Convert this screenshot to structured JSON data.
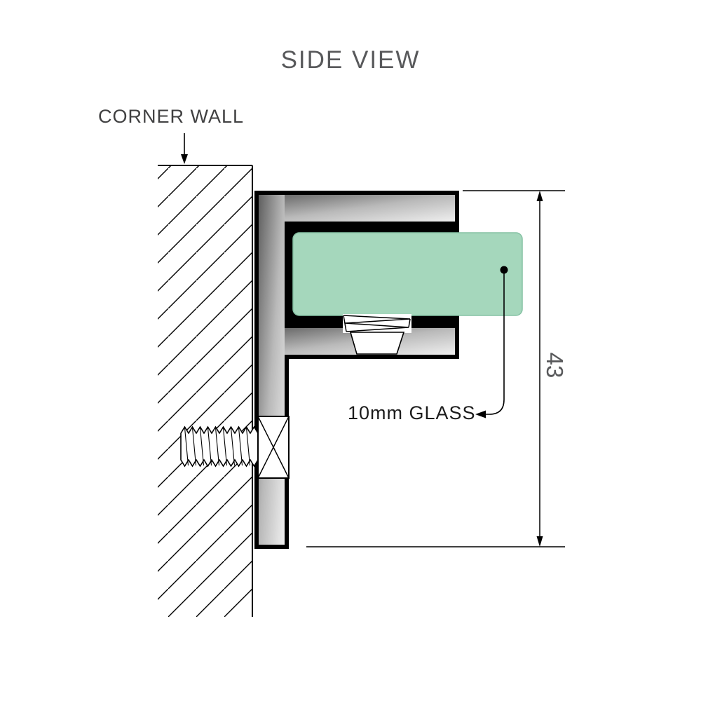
{
  "title": "SIDE VIEW",
  "annotations": {
    "corner_wall_label": "CORNER WALL",
    "glass_label": "10mm GLASS",
    "dimension_label": "43"
  },
  "colors": {
    "glass_green": "#a5d7bc",
    "glass_edge": "#86c2a4",
    "metal_dark": "#5f5f5f",
    "metal_light": "#efefef",
    "outline_black": "#000000",
    "text_gray": "#58595b",
    "text_dark": "#1c1c1c"
  },
  "diagram": {
    "type": "technical-drawing",
    "view": "side",
    "glass_thickness_mm": 10,
    "bracket_height_mm": 43
  }
}
